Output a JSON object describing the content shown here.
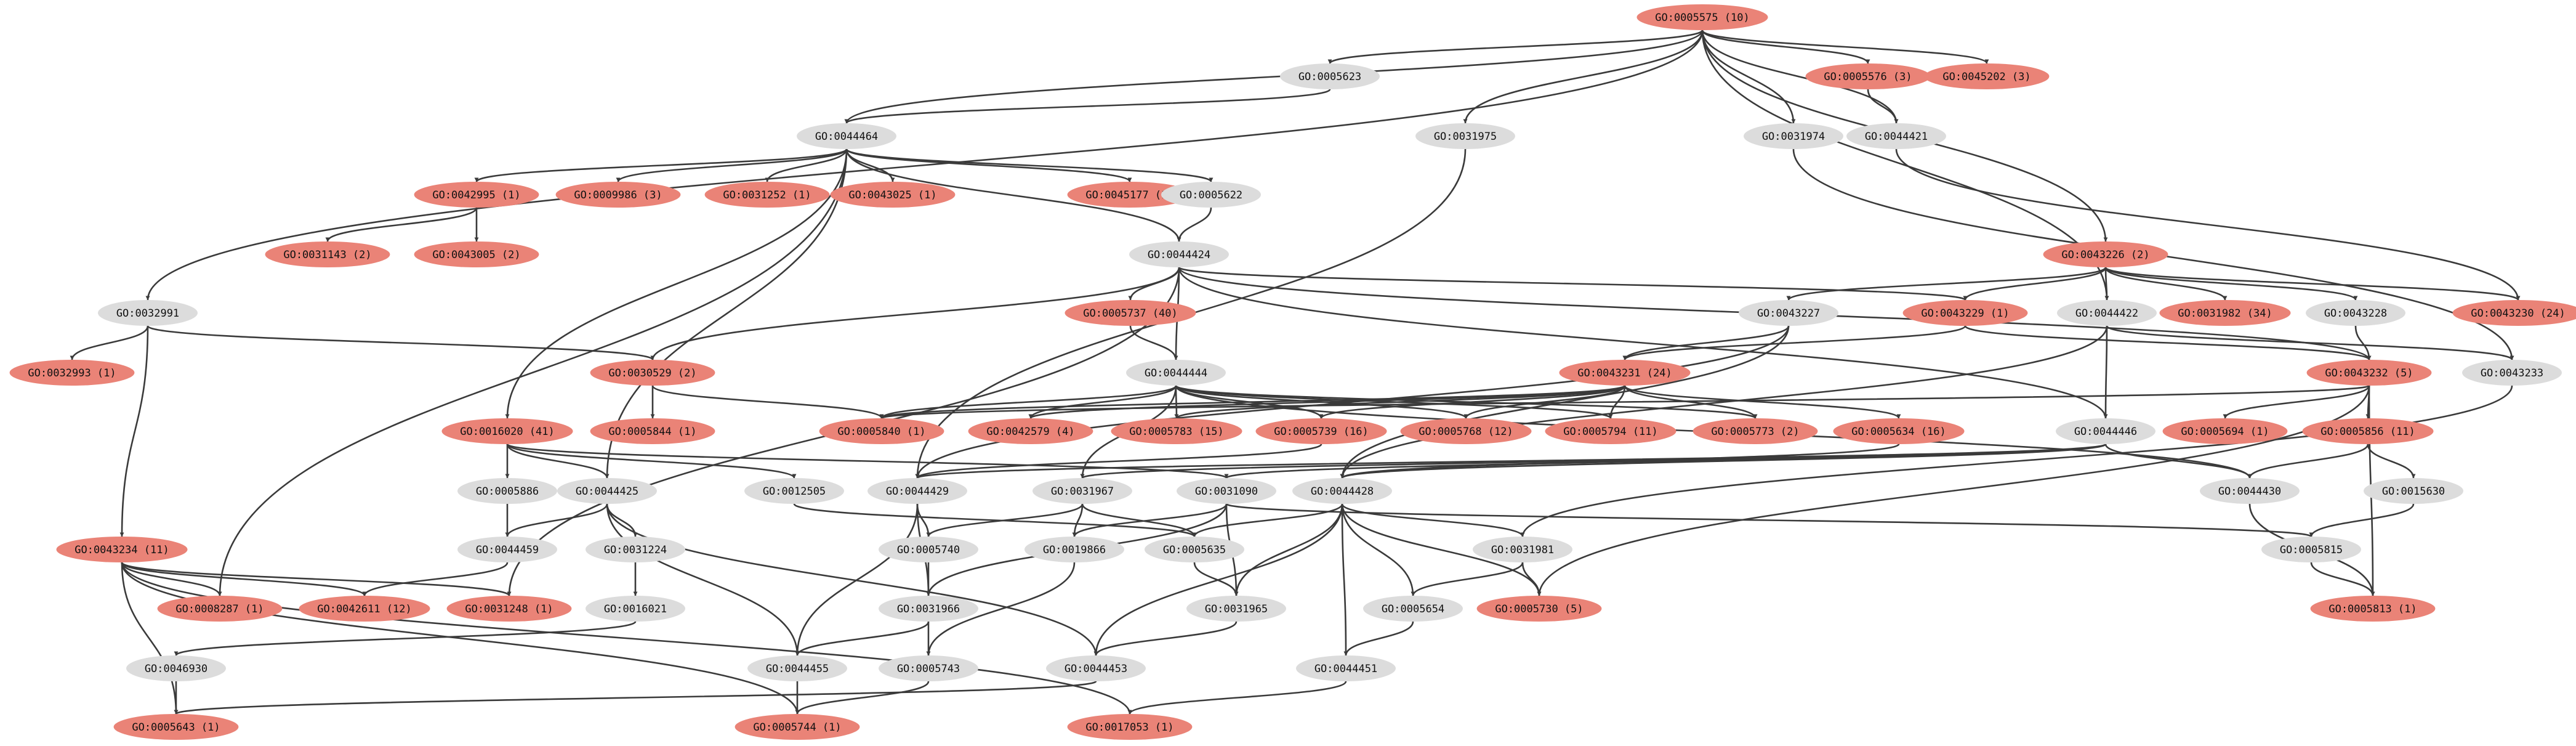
{
  "colors": {
    "highlighted": "#ea8377",
    "plain": "#dcdcdc",
    "edge": "#3a3a3a"
  },
  "nodes": [
    {
      "id": "n0005575",
      "label": "GO:0005575 (10)",
      "hl": true
    },
    {
      "id": "n0005623",
      "label": "GO:0005623",
      "hl": false
    },
    {
      "id": "n0005576",
      "label": "GO:0005576 (3)",
      "hl": true
    },
    {
      "id": "n0045202",
      "label": "GO:0045202 (3)",
      "hl": true
    },
    {
      "id": "n0044464",
      "label": "GO:0044464",
      "hl": false
    },
    {
      "id": "n0031975",
      "label": "GO:0031975",
      "hl": false
    },
    {
      "id": "n0031974",
      "label": "GO:0031974",
      "hl": false
    },
    {
      "id": "n0044421",
      "label": "GO:0044421",
      "hl": false
    },
    {
      "id": "n0042995",
      "label": "GO:0042995 (1)",
      "hl": true
    },
    {
      "id": "n0009986",
      "label": "GO:0009986 (3)",
      "hl": true
    },
    {
      "id": "n0031252",
      "label": "GO:0031252 (1)",
      "hl": true
    },
    {
      "id": "n0043025",
      "label": "GO:0043025 (1)",
      "hl": true
    },
    {
      "id": "n0045177",
      "label": "GO:0045177 (1)",
      "hl": true
    },
    {
      "id": "n0005622",
      "label": "GO:0005622",
      "hl": false
    },
    {
      "id": "n0031143",
      "label": "GO:0031143 (2)",
      "hl": true
    },
    {
      "id": "n0043005",
      "label": "GO:0043005 (2)",
      "hl": true
    },
    {
      "id": "n0044424",
      "label": "GO:0044424",
      "hl": false
    },
    {
      "id": "n0043226",
      "label": "GO:0043226 (2)",
      "hl": true
    },
    {
      "id": "n0032991",
      "label": "GO:0032991",
      "hl": false
    },
    {
      "id": "n0005737",
      "label": "GO:0005737 (40)",
      "hl": true
    },
    {
      "id": "n0043227",
      "label": "GO:0043227",
      "hl": false
    },
    {
      "id": "n0043229",
      "label": "GO:0043229 (1)",
      "hl": true
    },
    {
      "id": "n0044422",
      "label": "GO:0044422",
      "hl": false
    },
    {
      "id": "n0031982",
      "label": "GO:0031982 (34)",
      "hl": true
    },
    {
      "id": "n0043228",
      "label": "GO:0043228",
      "hl": false
    },
    {
      "id": "n0043230",
      "label": "GO:0043230 (24)",
      "hl": true
    },
    {
      "id": "n0032993",
      "label": "GO:0032993 (1)",
      "hl": true
    },
    {
      "id": "n0030529",
      "label": "GO:0030529 (2)",
      "hl": true
    },
    {
      "id": "n0044444",
      "label": "GO:0044444",
      "hl": false
    },
    {
      "id": "n0043231",
      "label": "GO:0043231 (24)",
      "hl": true
    },
    {
      "id": "n0043232",
      "label": "GO:0043232 (5)",
      "hl": true
    },
    {
      "id": "n0043233",
      "label": "GO:0043233",
      "hl": false
    },
    {
      "id": "n0005844",
      "label": "GO:0005844 (1)",
      "hl": true
    },
    {
      "id": "n0005840",
      "label": "GO:0005840 (1)",
      "hl": true
    },
    {
      "id": "n0042579",
      "label": "GO:0042579 (4)",
      "hl": true
    },
    {
      "id": "n0005783",
      "label": "GO:0005783 (15)",
      "hl": true
    },
    {
      "id": "n0005739",
      "label": "GO:0005739 (16)",
      "hl": true
    },
    {
      "id": "n0005768",
      "label": "GO:0005768 (12)",
      "hl": true
    },
    {
      "id": "n0005794",
      "label": "GO:0005794 (11)",
      "hl": true
    },
    {
      "id": "n0005773",
      "label": "GO:0005773 (2)",
      "hl": true
    },
    {
      "id": "n0005634",
      "label": "GO:0005634 (16)",
      "hl": true
    },
    {
      "id": "n0005694",
      "label": "GO:0005694 (1)",
      "hl": true
    },
    {
      "id": "n0005856",
      "label": "GO:0005856 (11)",
      "hl": true
    },
    {
      "id": "n0016020",
      "label": "GO:0016020 (41)",
      "hl": true
    },
    {
      "id": "n0044446",
      "label": "GO:0044446",
      "hl": false
    },
    {
      "id": "n0005886",
      "label": "GO:0005886",
      "hl": false
    },
    {
      "id": "n0044425",
      "label": "GO:0044425",
      "hl": false
    },
    {
      "id": "n0012505",
      "label": "GO:0012505",
      "hl": false
    },
    {
      "id": "n0044429",
      "label": "GO:0044429",
      "hl": false
    },
    {
      "id": "n0031967",
      "label": "GO:0031967",
      "hl": false
    },
    {
      "id": "n0031090",
      "label": "GO:0031090",
      "hl": false
    },
    {
      "id": "n0044428",
      "label": "GO:0044428",
      "hl": false
    },
    {
      "id": "n0044430",
      "label": "GO:0044430",
      "hl": false
    },
    {
      "id": "n0015630",
      "label": "GO:0015630",
      "hl": false
    },
    {
      "id": "n0043234",
      "label": "GO:0043234 (11)",
      "hl": true
    },
    {
      "id": "n0044459",
      "label": "GO:0044459",
      "hl": false
    },
    {
      "id": "n0031224",
      "label": "GO:0031224",
      "hl": false
    },
    {
      "id": "n0005740",
      "label": "GO:0005740",
      "hl": false
    },
    {
      "id": "n0019866",
      "label": "GO:0019866",
      "hl": false
    },
    {
      "id": "n0005635",
      "label": "GO:0005635",
      "hl": false
    },
    {
      "id": "n0031981",
      "label": "GO:0031981",
      "hl": false
    },
    {
      "id": "n0005815",
      "label": "GO:0005815",
      "hl": false
    },
    {
      "id": "n0008287",
      "label": "GO:0008287 (1)",
      "hl": true
    },
    {
      "id": "n0042611",
      "label": "GO:0042611 (12)",
      "hl": true
    },
    {
      "id": "n0031248",
      "label": "GO:0031248 (1)",
      "hl": true
    },
    {
      "id": "n0016021",
      "label": "GO:0016021",
      "hl": false
    },
    {
      "id": "n0031966",
      "label": "GO:0031966",
      "hl": false
    },
    {
      "id": "n0031965",
      "label": "GO:0031965",
      "hl": false
    },
    {
      "id": "n0005654",
      "label": "GO:0005654",
      "hl": false
    },
    {
      "id": "n0005730",
      "label": "GO:0005730 (5)",
      "hl": true
    },
    {
      "id": "n0005813",
      "label": "GO:0005813 (1)",
      "hl": true
    },
    {
      "id": "n0046930",
      "label": "GO:0046930",
      "hl": false
    },
    {
      "id": "n0044455",
      "label": "GO:0044455",
      "hl": false
    },
    {
      "id": "n0005743",
      "label": "GO:0005743",
      "hl": false
    },
    {
      "id": "n0044453",
      "label": "GO:0044453",
      "hl": false
    },
    {
      "id": "n0044451",
      "label": "GO:0044451",
      "hl": false
    },
    {
      "id": "n0005643",
      "label": "GO:0005643 (1)",
      "hl": true
    },
    {
      "id": "n0005744",
      "label": "GO:0005744 (1)",
      "hl": true
    },
    {
      "id": "n0017053",
      "label": "GO:0017053 (1)",
      "hl": true
    }
  ],
  "edges": [
    [
      "n0005575",
      "n0005623"
    ],
    [
      "n0005575",
      "n0005576"
    ],
    [
      "n0005575",
      "n0045202"
    ],
    [
      "n0005575",
      "n0044464"
    ],
    [
      "n0005575",
      "n0031975"
    ],
    [
      "n0005575",
      "n0031974"
    ],
    [
      "n0005575",
      "n0044421"
    ],
    [
      "n0005575",
      "n0032991"
    ],
    [
      "n0005575",
      "n0043226"
    ],
    [
      "n0005575",
      "n0044422"
    ],
    [
      "n0005623",
      "n0044464"
    ],
    [
      "n0005576",
      "n0044421"
    ],
    [
      "n0044421",
      "n0043230"
    ],
    [
      "n0031974",
      "n0043233"
    ],
    [
      "n0044464",
      "n0042995"
    ],
    [
      "n0044464",
      "n0009986"
    ],
    [
      "n0044464",
      "n0031252"
    ],
    [
      "n0044464",
      "n0043025"
    ],
    [
      "n0044464",
      "n0045177"
    ],
    [
      "n0044464",
      "n0005622"
    ],
    [
      "n0044464",
      "n0044424"
    ],
    [
      "n0044464",
      "n0016020"
    ],
    [
      "n0044464",
      "n0044425"
    ],
    [
      "n0044464",
      "n0008287"
    ],
    [
      "n0042995",
      "n0031143"
    ],
    [
      "n0042995",
      "n0043005"
    ],
    [
      "n0005622",
      "n0044424"
    ],
    [
      "n0044424",
      "n0005737"
    ],
    [
      "n0044424",
      "n0044444"
    ],
    [
      "n0044424",
      "n0043229"
    ],
    [
      "n0044424",
      "n0044446"
    ],
    [
      "n0044424",
      "n0030529"
    ],
    [
      "n0044424",
      "n0031248"
    ],
    [
      "n0044424",
      "n0043232"
    ],
    [
      "n0031975",
      "n0044429"
    ],
    [
      "n0043226",
      "n0043227"
    ],
    [
      "n0043226",
      "n0043229"
    ],
    [
      "n0043226",
      "n0044422"
    ],
    [
      "n0043226",
      "n0031982"
    ],
    [
      "n0043226",
      "n0043228"
    ],
    [
      "n0043226",
      "n0043230"
    ],
    [
      "n0032991",
      "n0032993"
    ],
    [
      "n0032991",
      "n0030529"
    ],
    [
      "n0032991",
      "n0043234"
    ],
    [
      "n0005737",
      "n0044444"
    ],
    [
      "n0043227",
      "n0043231"
    ],
    [
      "n0043227",
      "n0044429"
    ],
    [
      "n0043227",
      "n0044428"
    ],
    [
      "n0043229",
      "n0043231"
    ],
    [
      "n0043229",
      "n0043232"
    ],
    [
      "n0044422",
      "n0044446"
    ],
    [
      "n0044422",
      "n0044428"
    ],
    [
      "n0044422",
      "n0043233"
    ],
    [
      "n0043228",
      "n0043232"
    ],
    [
      "n0030529",
      "n0005844"
    ],
    [
      "n0030529",
      "n0005840"
    ],
    [
      "n0044444",
      "n0005840"
    ],
    [
      "n0044444",
      "n0042579"
    ],
    [
      "n0044444",
      "n0005783"
    ],
    [
      "n0044444",
      "n0005739"
    ],
    [
      "n0044444",
      "n0005768"
    ],
    [
      "n0044444",
      "n0005794"
    ],
    [
      "n0044444",
      "n0005773"
    ],
    [
      "n0044444",
      "n0031967"
    ],
    [
      "n0044444",
      "n0044430"
    ],
    [
      "n0043231",
      "n0005840"
    ],
    [
      "n0043231",
      "n0042579"
    ],
    [
      "n0043231",
      "n0005783"
    ],
    [
      "n0043231",
      "n0005739"
    ],
    [
      "n0043231",
      "n0005768"
    ],
    [
      "n0043231",
      "n0005794"
    ],
    [
      "n0043231",
      "n0005773"
    ],
    [
      "n0043231",
      "n0005634"
    ],
    [
      "n0043232",
      "n0005840"
    ],
    [
      "n0043232",
      "n0005694"
    ],
    [
      "n0043232",
      "n0005856"
    ],
    [
      "n0043232",
      "n0005813"
    ],
    [
      "n0043232",
      "n0005730"
    ],
    [
      "n0043233",
      "n0031981"
    ],
    [
      "n0005739",
      "n0044429"
    ],
    [
      "n0005634",
      "n0044428"
    ],
    [
      "n0005856",
      "n0015630"
    ],
    [
      "n0005856",
      "n0044430"
    ],
    [
      "n0016020",
      "n0005886"
    ],
    [
      "n0016020",
      "n0044425"
    ],
    [
      "n0016020",
      "n0012505"
    ],
    [
      "n0016020",
      "n0031090"
    ],
    [
      "n0044446",
      "n0044429"
    ],
    [
      "n0044446",
      "n0031967"
    ],
    [
      "n0044446",
      "n0031090"
    ],
    [
      "n0044446",
      "n0044428"
    ],
    [
      "n0044446",
      "n0044430"
    ],
    [
      "n0005886",
      "n0044459"
    ],
    [
      "n0044425",
      "n0044459"
    ],
    [
      "n0044425",
      "n0031224"
    ],
    [
      "n0044425",
      "n0044455"
    ],
    [
      "n0044425",
      "n0044453"
    ],
    [
      "n0012505",
      "n0005635"
    ],
    [
      "n0044429",
      "n0005740"
    ],
    [
      "n0044429",
      "n0031966"
    ],
    [
      "n0044429",
      "n0044455"
    ],
    [
      "n0031967",
      "n0005740"
    ],
    [
      "n0031967",
      "n0019866"
    ],
    [
      "n0031967",
      "n0005635"
    ],
    [
      "n0031090",
      "n0019866"
    ],
    [
      "n0031090",
      "n0031966"
    ],
    [
      "n0031090",
      "n0031965"
    ],
    [
      "n0031090",
      "n0005815"
    ],
    [
      "n0044428",
      "n0005635"
    ],
    [
      "n0044428",
      "n0031981"
    ],
    [
      "n0044428",
      "n0031965"
    ],
    [
      "n0044428",
      "n0005654"
    ],
    [
      "n0044428",
      "n0005730"
    ],
    [
      "n0044428",
      "n0044451"
    ],
    [
      "n0044428",
      "n0044453"
    ],
    [
      "n0015630",
      "n0005815"
    ],
    [
      "n0044430",
      "n0005813"
    ],
    [
      "n0043234",
      "n0008287"
    ],
    [
      "n0043234",
      "n0042611"
    ],
    [
      "n0043234",
      "n0031248"
    ],
    [
      "n0043234",
      "n0005643"
    ],
    [
      "n0043234",
      "n0005744"
    ],
    [
      "n0043234",
      "n0017053"
    ],
    [
      "n0044459",
      "n0042611"
    ],
    [
      "n0031224",
      "n0016021"
    ],
    [
      "n0005740",
      "n0031966"
    ],
    [
      "n0019866",
      "n0005743"
    ],
    [
      "n0005635",
      "n0031965"
    ],
    [
      "n0031981",
      "n0005654"
    ],
    [
      "n0031981",
      "n0005730"
    ],
    [
      "n0005815",
      "n0005813"
    ],
    [
      "n0016021",
      "n0046930"
    ],
    [
      "n0031966",
      "n0044455"
    ],
    [
      "n0031966",
      "n0005743"
    ],
    [
      "n0031965",
      "n0044453"
    ],
    [
      "n0005654",
      "n0044451"
    ],
    [
      "n0046930",
      "n0005643"
    ],
    [
      "n0044455",
      "n0005744"
    ],
    [
      "n0005743",
      "n0005744"
    ],
    [
      "n0044453",
      "n0005643"
    ],
    [
      "n0044451",
      "n0017053"
    ]
  ]
}
